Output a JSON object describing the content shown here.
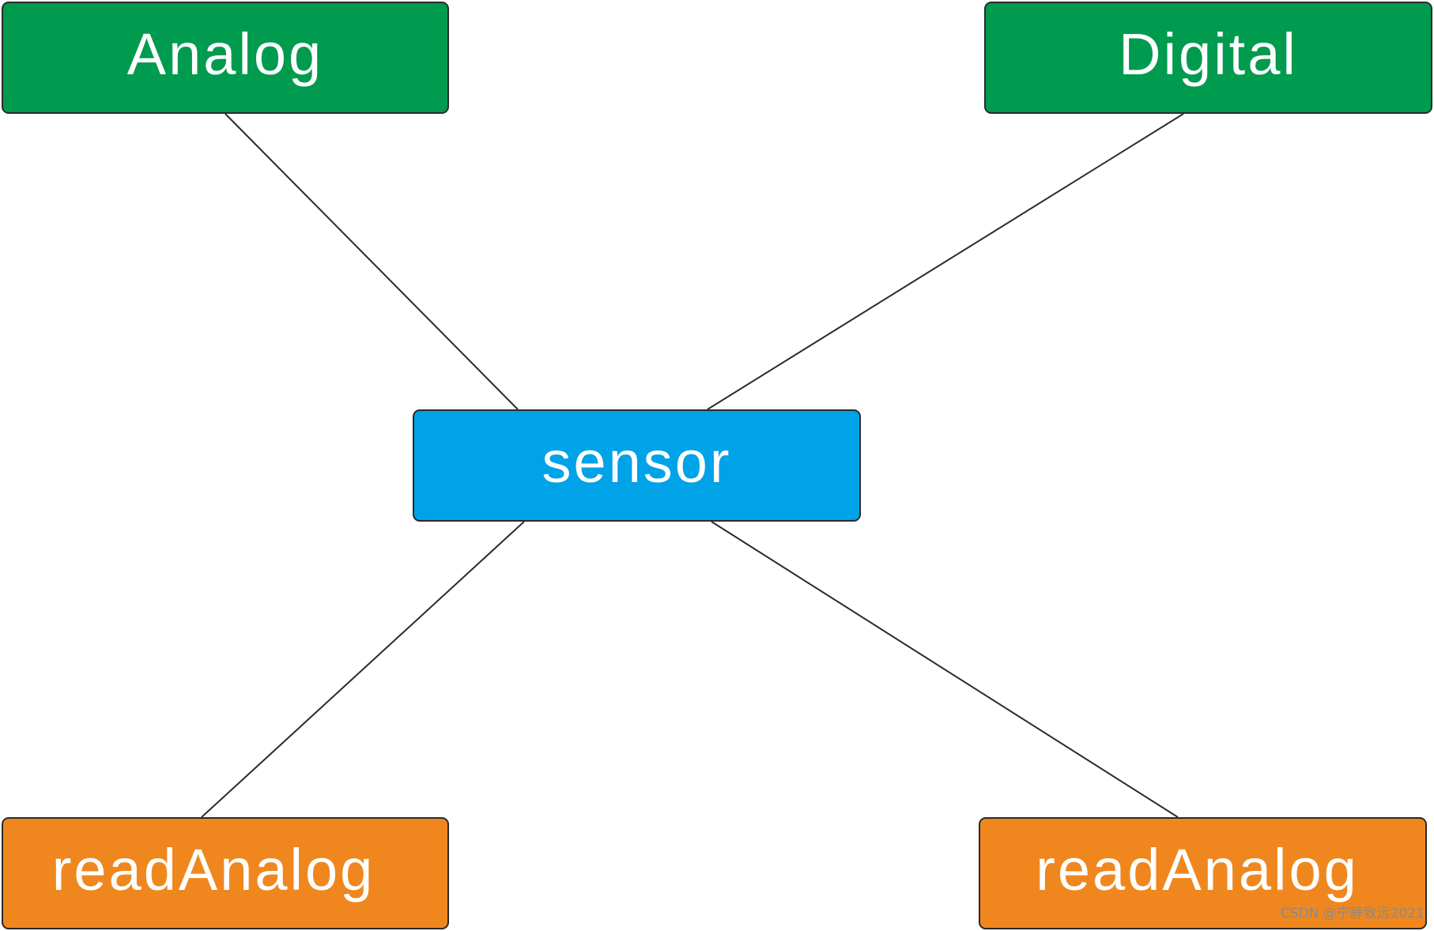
{
  "nodes": {
    "analog": {
      "label": "Analog",
      "color": "#009B4E"
    },
    "digital": {
      "label": "Digital",
      "color": "#009B4E"
    },
    "sensor": {
      "label": "sensor",
      "color": "#00A2E8"
    },
    "read_left": {
      "label": "readAnalog",
      "color": "#F0871E"
    },
    "read_right": {
      "label": "readAnalog",
      "color": "#F0871E"
    }
  },
  "connections": [
    [
      "analog",
      "sensor"
    ],
    [
      "digital",
      "sensor"
    ],
    [
      "sensor",
      "read_left"
    ],
    [
      "sensor",
      "read_right"
    ]
  ],
  "edge_color": "#2B2B2B",
  "watermark": "CSDN @宁静致远2021"
}
